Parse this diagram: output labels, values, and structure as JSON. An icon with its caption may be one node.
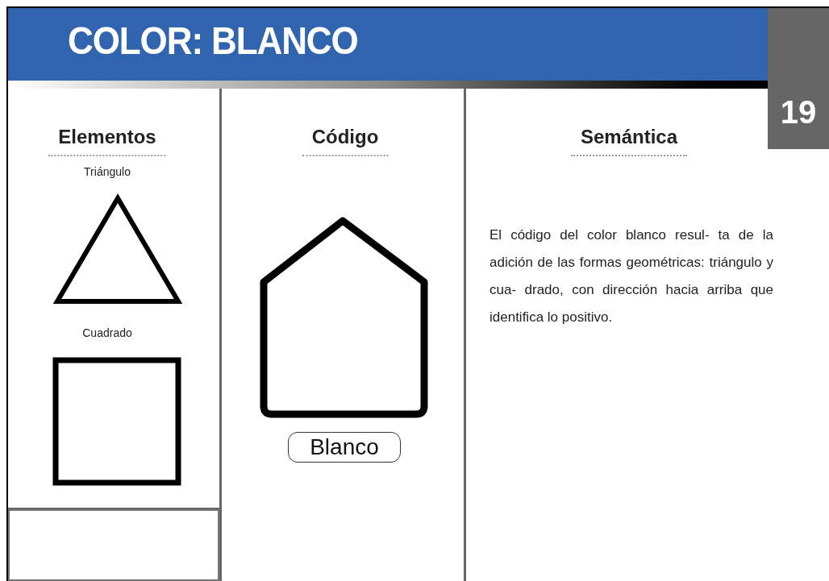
{
  "diagram": {
    "title": "COLOR: BLANCO",
    "nodes": [
      {
        "text": [
          "Elementos",
          "Triángulo",
          "Cuadrado"
        ]
      },
      {
        "text": [],
        "shape": "box"
      },
      {
        "text": [
          "Código"
        ]
      },
      {
        "text": [
          "Blanco"
        ],
        "in": 2
      },
      {
        "text": [
          "Semántica",
          "El código del color blanco resul- ta de la adición de las formas geométricas: triángulo y cua- drado, con dirección hacia arriba que identifica lo positivo."
        ]
      }
    ],
    "labels": [
      "19"
    ]
  }
}
